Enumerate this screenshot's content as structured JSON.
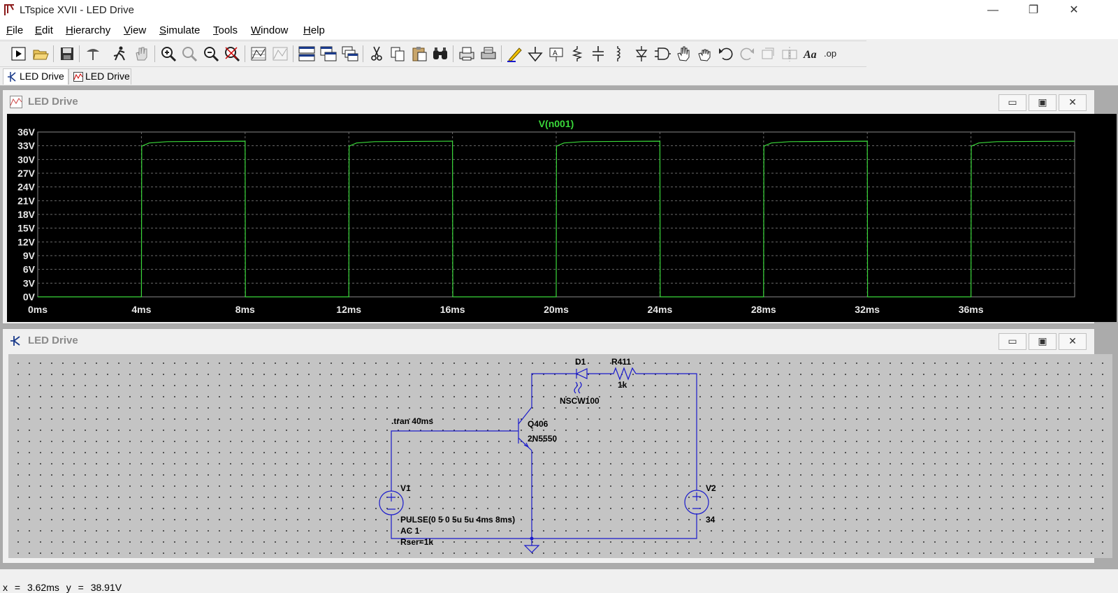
{
  "app": {
    "title": "LTspice XVII - LED Drive",
    "window_controls": {
      "minimize": "—",
      "restore": "❐",
      "close": "✕"
    }
  },
  "menu": {
    "items": [
      "File",
      "Edit",
      "Hierarchy",
      "View",
      "Simulate",
      "Tools",
      "Window",
      "Help"
    ]
  },
  "toolbar": {
    "icons": [
      "run-icon",
      "open-icon",
      "save-icon",
      "control-panel-icon",
      "run-man-icon",
      "halt-icon",
      "zoom-in-icon",
      "zoom-area-icon",
      "zoom-out-icon",
      "zoom-fit-icon",
      "autorange-icon",
      "pick-visible-traces-icon",
      "tile-horizontal-icon",
      "tile-vertical-icon",
      "cascade-icon",
      "cut-icon",
      "copy-icon",
      "paste-icon",
      "find-icon",
      "print-preview-icon",
      "print-icon",
      "draw-wire-icon",
      "ground-icon",
      "label-net-icon",
      "resistor-icon",
      "capacitor-icon",
      "inductor-icon",
      "diode-icon",
      "component-icon",
      "move-icon",
      "drag-icon",
      "undo-icon",
      "redo-icon",
      "rotate-icon",
      "mirror-icon",
      "text-icon",
      "spice-directive-icon"
    ],
    "text_label": "Aa",
    "op_label": ".op"
  },
  "tabs": [
    {
      "label": "LED Drive",
      "kind": "schematic",
      "active": true
    },
    {
      "label": "LED Drive",
      "kind": "waveform",
      "active": false
    }
  ],
  "plot_window": {
    "title": "LED Drive",
    "trace_name": "V(n001)",
    "trace_color": "#3ad83a",
    "y_ticks": [
      "36V",
      "33V",
      "30V",
      "27V",
      "24V",
      "21V",
      "18V",
      "15V",
      "12V",
      "9V",
      "6V",
      "3V",
      "0V"
    ],
    "x_ticks": [
      "0ms",
      "4ms",
      "8ms",
      "12ms",
      "16ms",
      "20ms",
      "24ms",
      "28ms",
      "32ms",
      "36ms"
    ],
    "buttons": {
      "minimize": "▭",
      "maximize": "▣",
      "close": "✕"
    }
  },
  "chart_data": {
    "type": "line",
    "title": "V(n001)",
    "xlabel": "",
    "ylabel": "",
    "xlim": [
      0,
      40
    ],
    "ylim": [
      0,
      36
    ],
    "x_unit": "ms",
    "y_unit": "V",
    "grid": true,
    "series": [
      {
        "name": "V(n001)",
        "color": "#3ad83a",
        "x": [
          0,
          4,
          4.01,
          4.3,
          5,
          8,
          8.01,
          12,
          12.01,
          12.3,
          13,
          16,
          16.01,
          20,
          20.01,
          20.3,
          21,
          24,
          24.01,
          28,
          28.01,
          28.3,
          29,
          32,
          32.01,
          36,
          36.01,
          36.3,
          37,
          40
        ],
        "y": [
          0,
          0,
          32.9,
          33.6,
          33.9,
          34,
          0,
          0,
          32.9,
          33.6,
          33.9,
          34,
          0,
          0,
          32.9,
          33.6,
          33.9,
          34,
          0,
          0,
          32.9,
          33.6,
          33.9,
          34,
          0,
          0,
          32.9,
          33.6,
          33.9,
          34
        ]
      }
    ]
  },
  "schematic_window": {
    "title": "LED Drive",
    "buttons": {
      "minimize": "▭",
      "maximize": "▣",
      "close": "✕"
    },
    "labels": {
      "d1_name": "D1",
      "d1_model": "NSCW100",
      "r_name": "R411",
      "r_value": "1k",
      "q_name": "Q406",
      "q_model": "2N5550",
      "directive": ".tran 40ms",
      "v1_name": "V1",
      "v1_pulse": "PULSE(0 5 0 5u 5u 4ms 8ms)",
      "v1_ac": "AC 1",
      "v1_rser": "Rser=1k",
      "v2_name": "V2",
      "v2_value": "34"
    },
    "wire_color": "#1a1acc"
  },
  "status": {
    "text": "x = 3.62ms    y = 38.91V"
  }
}
